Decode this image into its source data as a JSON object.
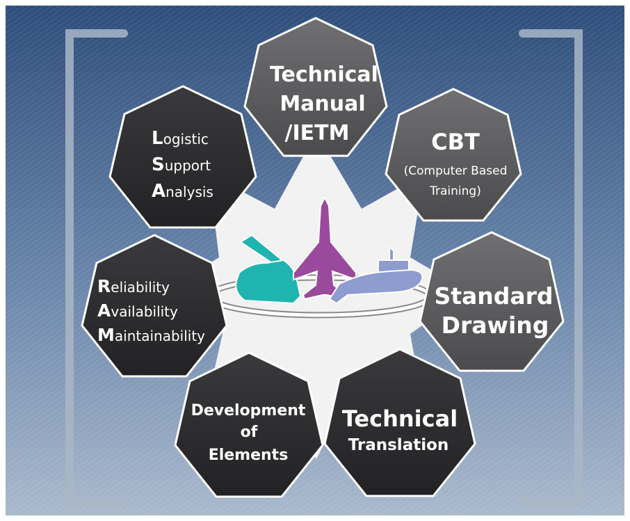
{
  "colors": {
    "background_top": "#2d4d7a",
    "background_bottom": "#a9b8cc",
    "panel_dark": "#2c2c2e",
    "panel_gray": "#5c5c5e",
    "bracket": "#a9b6c6",
    "star": "#f2f2f2",
    "tank": "#20b4b0",
    "jet": "#9a4a9c",
    "submarine": "#8e9ccf"
  },
  "center_icons": [
    "tank-icon",
    "fighter-jet-icon",
    "submarine-icon"
  ],
  "nodes": {
    "technical_manual": {
      "lines": [
        "Technical",
        "Manual",
        "/IETM"
      ]
    },
    "cbt": {
      "title": "CBT",
      "sub": [
        "(Computer Based",
        "Training)"
      ]
    },
    "standard_drawing": {
      "lines": [
        "Standard",
        "Drawing"
      ]
    },
    "technical_translation": {
      "lines": [
        "Technical",
        "Translation"
      ]
    },
    "development": {
      "lines": [
        "Development",
        "of",
        "Elements"
      ]
    },
    "ram": {
      "initials": [
        "R",
        "A",
        "M"
      ],
      "rests": [
        "eliability",
        "vailability",
        "aintainability"
      ]
    },
    "lsa": {
      "initials": [
        "L",
        "S",
        "A"
      ],
      "rests": [
        "ogistic",
        "upport",
        "nalysis"
      ]
    }
  }
}
